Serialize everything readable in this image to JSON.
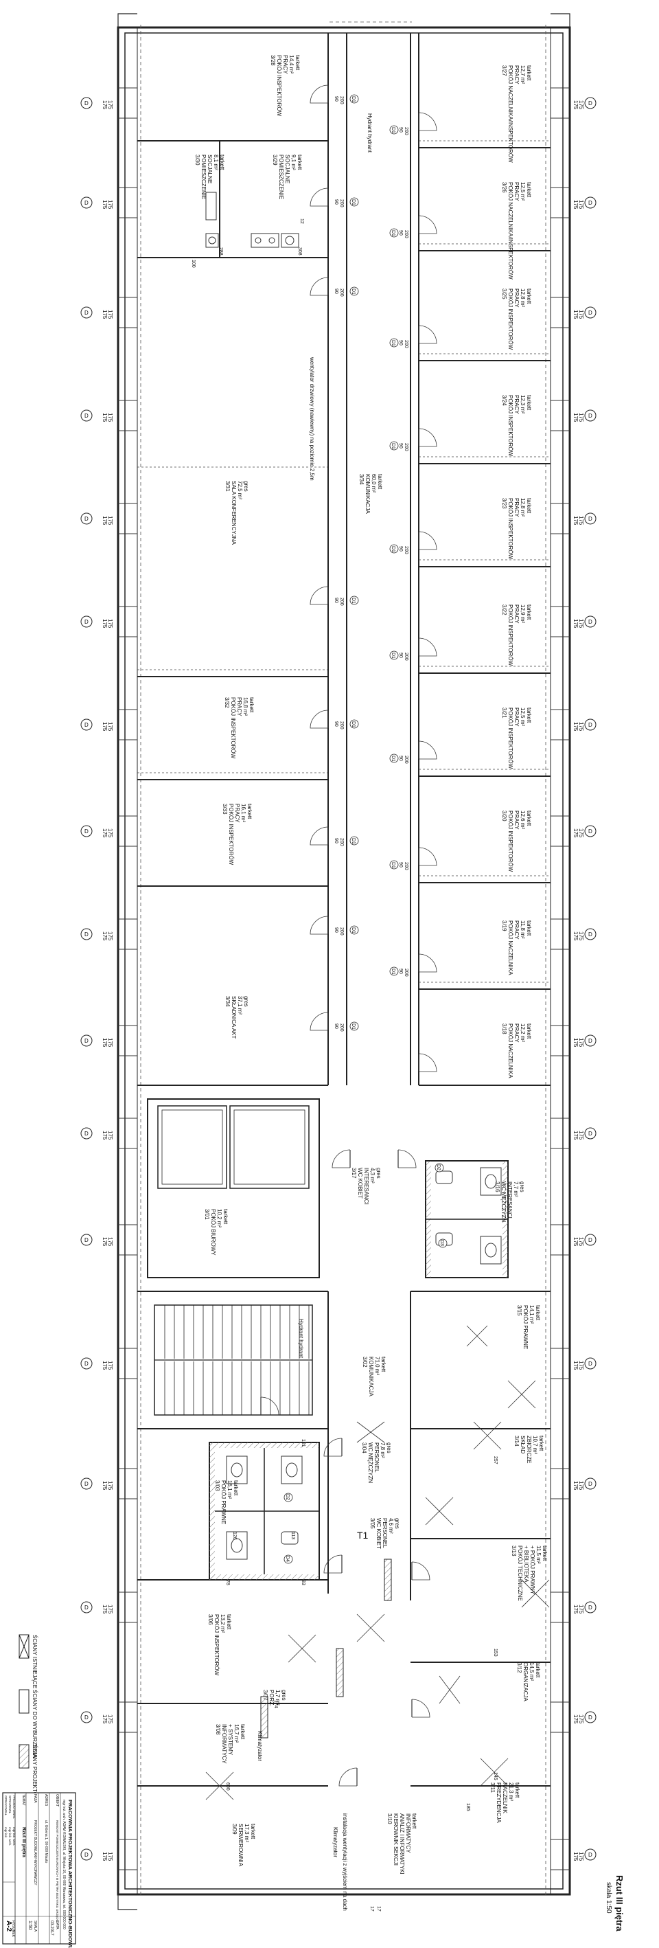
{
  "title": {
    "main": "Rzut III piętra",
    "scale": "skala 1:50"
  },
  "rooms": [
    {
      "id": "327",
      "lines": [
        "3/27",
        "POKÓJ NACZELNIKA/INSPEKTORÓW",
        "PRACY",
        "12,7 m²",
        "tarkett"
      ]
    },
    {
      "id": "326",
      "lines": [
        "3/26",
        "POKÓJ NACZELNIKA/INSPEKTORÓW",
        "PRACY",
        "12,5 m²",
        "tarkett"
      ]
    },
    {
      "id": "325",
      "lines": [
        "3/25",
        "POKÓJ INSPEKTORÓW",
        "PRACY",
        "12,8 m²",
        "tarkett"
      ]
    },
    {
      "id": "324",
      "lines": [
        "3/24",
        "POKÓJ INSPEKTORÓW",
        "PRACY",
        "12,3 m²",
        "tarkett"
      ]
    },
    {
      "id": "323",
      "lines": [
        "3/23",
        "POKÓJ INSPEKTORÓW",
        "PRACY",
        "12,8 m²",
        "tarkett"
      ]
    },
    {
      "id": "322",
      "lines": [
        "3/22",
        "POKÓJ INSPEKTORÓW",
        "PRACY",
        "12,9 m²",
        "tarkett"
      ]
    },
    {
      "id": "321",
      "lines": [
        "3/21",
        "POKÓJ INSPEKTORÓW",
        "PRACY",
        "12,5 m²",
        "tarkett"
      ]
    },
    {
      "id": "320",
      "lines": [
        "3/20",
        "POKÓJ INSPEKTORÓW",
        "PRACY",
        "12,6 m²",
        "tarkett"
      ]
    },
    {
      "id": "319",
      "lines": [
        "3/19",
        "POKÓJ NACZELNIKA",
        "PRACY",
        "11,8 m²",
        "tarkett"
      ]
    },
    {
      "id": "318",
      "lines": [
        "3/18",
        "POKÓJ NACZELNIKA",
        "PRACY",
        "12,2 m²",
        "tarkett"
      ]
    },
    {
      "id": "328",
      "lines": [
        "3/28",
        "POKÓJ INSPEKTORÓW",
        "PRACY",
        "14,4 m²",
        "tarkett"
      ]
    },
    {
      "id": "329",
      "lines": [
        "3/29",
        "POMIESZCZENIE",
        "SOCJALNE",
        "9,1 m²",
        "tarkett"
      ]
    },
    {
      "id": "330",
      "lines": [
        "3/30",
        "POMIESZCZENIE",
        "SOCJALNE",
        "8,1 m²",
        "tarkett"
      ]
    },
    {
      "id": "331",
      "lines": [
        "3/31",
        "SALA KONFERENCYJNA",
        "72,5 m²",
        "gres"
      ]
    },
    {
      "id": "334k",
      "lines": [
        "3/34",
        "KOMUNIKACJA",
        "60,0 m²",
        "tarkett"
      ]
    },
    {
      "id": "332",
      "lines": [
        "3/32",
        "POKÓJ INSPEKTORÓW",
        "PRACY",
        "16,8 m²",
        "tarkett"
      ]
    },
    {
      "id": "333",
      "lines": [
        "3/33",
        "POKÓJ INSPEKTORÓW",
        "PRACY",
        "16,1 m²",
        "tarkett"
      ]
    },
    {
      "id": "334",
      "lines": [
        "3/34",
        "SKŁADNICA AKT",
        "37,1 m²",
        "gres"
      ]
    },
    {
      "id": "317",
      "lines": [
        "3/17",
        "WC KOBIET",
        "INTERESANCI",
        "4,3 m²",
        "gres"
      ]
    },
    {
      "id": "316",
      "lines": [
        "3/16",
        "WC MĘŻCZYZN",
        "INTERESANCI",
        "7,7 m²",
        "gres"
      ]
    },
    {
      "id": "301",
      "lines": [
        "3/01",
        "POKÓJ BIUROWY",
        "10,2 m²",
        "tarkett"
      ]
    },
    {
      "id": "315",
      "lines": [
        "3/15",
        "POKÓJ PRAWNE",
        "14,1 m²",
        "tarkett"
      ]
    },
    {
      "id": "302",
      "lines": [
        "3/02",
        "KOMUNIKACJA",
        "71,0 m²",
        "tarkett"
      ]
    },
    {
      "id": "314",
      "lines": [
        "3/14",
        "SKŁAD",
        "ZBIORCZE",
        "10,7 m²",
        "tarkett"
      ]
    },
    {
      "id": "304",
      "lines": [
        "3/04",
        "WC MĘŻCZYZN",
        "PERSONEL",
        "7,8 m²",
        "gres"
      ]
    },
    {
      "id": "305",
      "lines": [
        "3/05",
        "WC KOBIET",
        "PERSONEL",
        "4,6 m²",
        "gres"
      ]
    },
    {
      "id": "303",
      "lines": [
        "3/03",
        "POKÓJ PRAWNE",
        "16,1 m²",
        "tarkett"
      ]
    },
    {
      "id": "313",
      "lines": [
        "3/13",
        "POKÓJ TECHNICZNE",
        "+ BIBLIOTEKA",
        "+ POKÓJ PRAWNY",
        "11,5 m²",
        "tarkett"
      ]
    },
    {
      "id": "312",
      "lines": [
        "3/12",
        "ORGANIZACJA",
        "14,5 m²",
        "tarkett"
      ]
    },
    {
      "id": "306",
      "lines": [
        "3/06",
        "POKÓJ INSPEKTORÓW",
        "13,2 m²",
        "tarkett"
      ]
    },
    {
      "id": "307",
      "lines": [
        "3/07",
        "PORZ.",
        "1,7 m²",
        "gres"
      ]
    },
    {
      "id": "308",
      "lines": [
        "3/08",
        "INFORMATYCY",
        "+ SYSTEMY",
        "16,7 m²",
        "tarkett"
      ]
    },
    {
      "id": "311",
      "lines": [
        "3/11",
        "PREZYDENCJA",
        "NACZELNIK",
        "21,3 m²",
        "tarkett"
      ]
    },
    {
      "id": "310",
      "lines": [
        "3/10",
        "KIEROWNIK SEKCJI",
        "ANALIZ I INFORMATYKI",
        "INFORMATYCY",
        "tarkett"
      ]
    },
    {
      "id": "309",
      "lines": [
        "3/09",
        "SERWEROWNIA",
        "17,3 m²",
        "tarkett"
      ]
    }
  ],
  "notes": [
    {
      "id": "hydrant1",
      "text": "Hydrant hydrant"
    },
    {
      "id": "hydrant2",
      "text": "Hydrant hydrant"
    },
    {
      "id": "klimatyzator",
      "text": "Klimatyzator"
    },
    {
      "id": "klimatyzator2",
      "text": "Klimatyzator"
    },
    {
      "id": "nawiew",
      "text": "wentylator drzwiowy (nawiewny) na poziomie 2,5m"
    },
    {
      "id": "inst",
      "text": "instalacja wentylacji z wyjściem na dach"
    },
    {
      "id": "t1",
      "text": "T1"
    }
  ],
  "axis_label": "D",
  "dims": {
    "wall": "175",
    "door_h": "200",
    "door_w": "90",
    "d1": "D1",
    "d2": "D2",
    "d3": "D3",
    "d4": "D4",
    "w288": "288",
    "w308": "308",
    "w100": "100",
    "w12": "12",
    "w121": "121",
    "w257": "257",
    "w153": "153",
    "w145": "145",
    "w185": "185",
    "w174": "174",
    "w600": "600",
    "w126": "126",
    "w113": "113",
    "w78": "78",
    "w83": "83",
    "w17": "17"
  },
  "legend": {
    "items": [
      "ŚCIANY ISTNIEJĄCE",
      "ŚCIANY DO WYBURZENIA",
      "ŚCIANY PROJEKTOWANE"
    ]
  },
  "titleblock": {
    "company": "PRACOWNIA PROJEKTOWA ARCHITEKTONICZNO-BUDOWLANA",
    "address": "mgr inż. arch. ADAM KOWALSKI, ul. Wiejska 10, 00-000 Warszawa, tel. 000 000 000",
    "rows": [
      {
        "k": "OBIEKT",
        "v": "REMONT POMIESZCZEŃ BIUROWYCH III PIĘTRA BUDYNKU URZĘDU"
      },
      {
        "k": "ADRES",
        "v": "ul. Główna 1, 00-000 Miasto"
      },
      {
        "k": "FAZA",
        "v": "PROJEKT BUDOWLANY-WYKONAWCZY"
      },
      {
        "k": "TEMAT",
        "v": "Rzut III piętra"
      }
    ],
    "scale_label": "SKALA",
    "scale": "1:50",
    "sheet_label": "RYSUNEK",
    "sheet": "A-2",
    "date_label": "DATA",
    "date": "03.2017",
    "people": [
      {
        "role": "PROJEKTOWAŁ",
        "name": "mgr inż. arch."
      },
      {
        "role": "SPRAWDZIŁ",
        "name": "mgr inż. arch."
      },
      {
        "role": "OPRACOWAŁ",
        "name": "mgr inż."
      }
    ]
  }
}
